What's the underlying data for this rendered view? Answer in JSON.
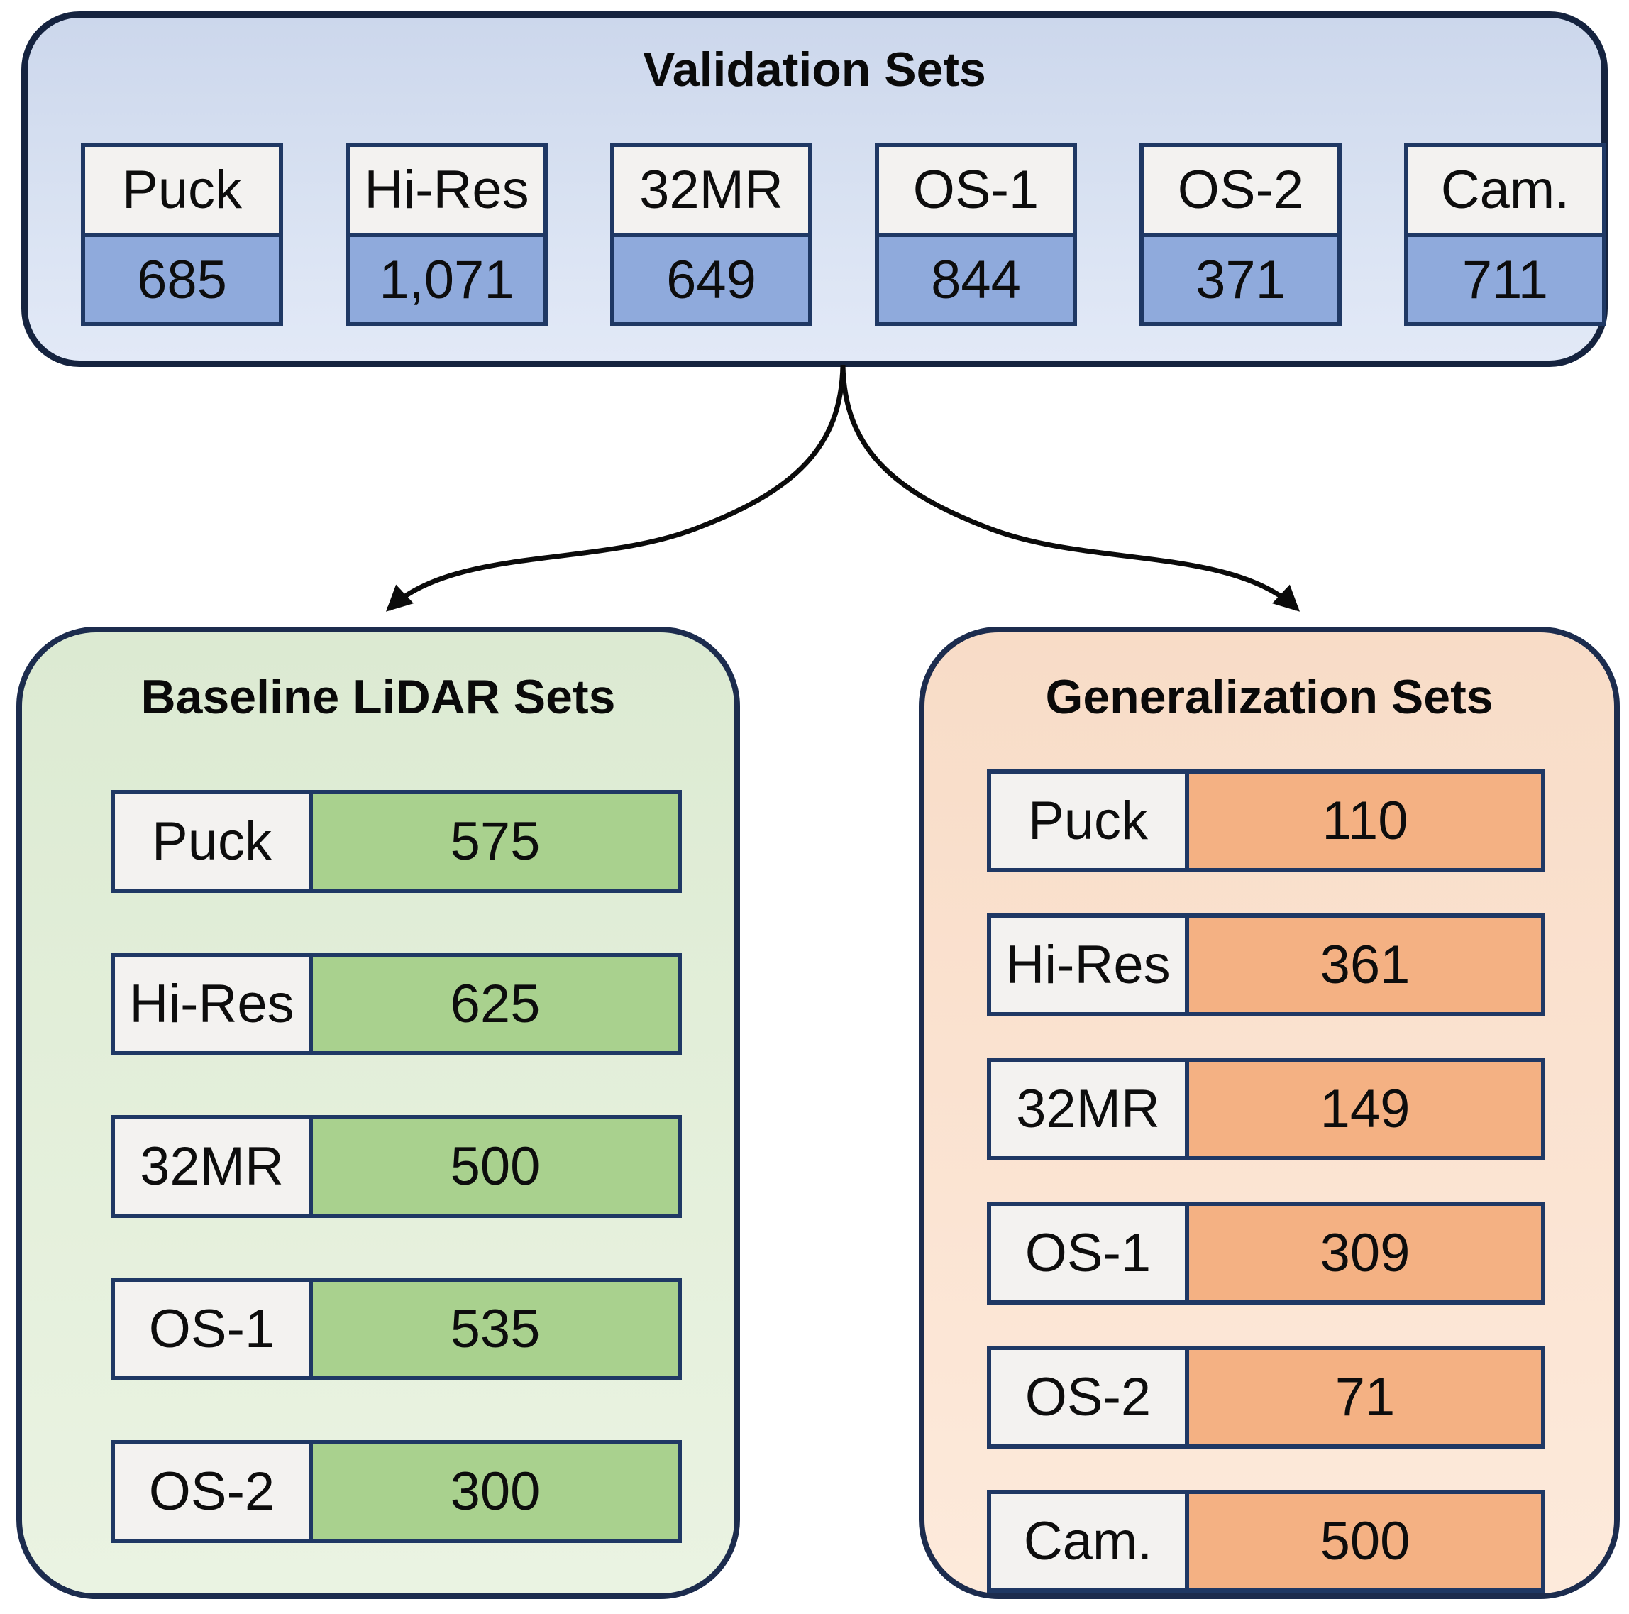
{
  "validation": {
    "title": "Validation Sets",
    "items": [
      {
        "label": "Puck",
        "value": "685"
      },
      {
        "label": "Hi-Res",
        "value": "1,071"
      },
      {
        "label": "32MR",
        "value": "649"
      },
      {
        "label": "OS-1",
        "value": "844"
      },
      {
        "label": "OS-2",
        "value": "371"
      },
      {
        "label": "Cam.",
        "value": "711"
      }
    ]
  },
  "baseline": {
    "title": "Baseline LiDAR Sets",
    "items": [
      {
        "label": "Puck",
        "value": "575"
      },
      {
        "label": "Hi-Res",
        "value": "625"
      },
      {
        "label": "32MR",
        "value": "500"
      },
      {
        "label": "OS-1",
        "value": "535"
      },
      {
        "label": "OS-2",
        "value": "300"
      }
    ]
  },
  "generalization": {
    "title": "Generalization Sets",
    "items": [
      {
        "label": "Puck",
        "value": "110"
      },
      {
        "label": "Hi-Res",
        "value": "361"
      },
      {
        "label": "32MR",
        "value": "149"
      },
      {
        "label": "OS-1",
        "value": "309"
      },
      {
        "label": "OS-2",
        "value": "71"
      },
      {
        "label": "Cam.",
        "value": "500"
      }
    ]
  },
  "colors": {
    "validation_value_bg": "#8faadc",
    "baseline_value_bg": "#a9d18e",
    "generalization_value_bg": "#f4b183",
    "validation_panel_bg": "#dae3f3",
    "baseline_panel_bg": "#e2efda",
    "generalization_panel_bg": "#fbe5d6",
    "label_cell_bg": "#f2f2f0",
    "cell_border": "#1f3864",
    "arrow_color": "#0b0b0b"
  }
}
